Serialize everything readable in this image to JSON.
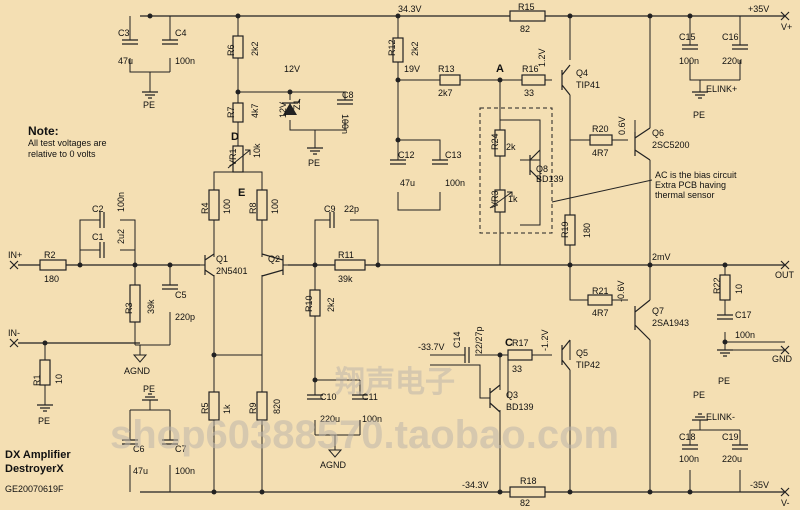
{
  "title": {
    "line1": "DX Amplifier",
    "line2": "DestroyerX",
    "code": "GE20070619F"
  },
  "note": {
    "heading": "Note:",
    "line1": "All test voltages are",
    "line2": "relative to 0 volts"
  },
  "bias_note": {
    "line1": "AC is the bias circuit",
    "line2": "Extra PCB having",
    "line3": "thermal sensor"
  },
  "watermark": {
    "cn": "翔声电子",
    "url": "shop60388570.taobao.com"
  },
  "rails": {
    "vplus": "+35V",
    "vplus_tag": "V+",
    "vminus": "-35V",
    "vminus_tag": "V-"
  },
  "ports": {
    "in_plus": "IN+",
    "in_minus": "IN-",
    "out": "OUT",
    "gnd": "GND",
    "agnd": "AGND",
    "pe": "PE",
    "elink_plus": "ELINK+",
    "elink_minus": "ELINK-"
  },
  "nodes": {
    "A": "A",
    "C": "C",
    "D": "D",
    "E": "E"
  },
  "voltages": {
    "v343": "34.3V",
    "v12": "12V",
    "v19": "19V",
    "v12b": "1.2V",
    "v06": "0.6V",
    "v2mv": "2mV",
    "vm06": "-0.6V",
    "vm337": "-33.7V",
    "vm12": "-1.2V",
    "vm343": "-34.3V"
  },
  "parts": [
    {
      "ref": "C3",
      "val": "47u"
    },
    {
      "ref": "C4",
      "val": "100n"
    },
    {
      "ref": "R6",
      "val": "2k2"
    },
    {
      "ref": "R7",
      "val": "4k7"
    },
    {
      "ref": "Z1",
      "val": "12V"
    },
    {
      "ref": "C8",
      "val": "100n"
    },
    {
      "ref": "VR1",
      "val": "10k"
    },
    {
      "ref": "R4",
      "val": "100"
    },
    {
      "ref": "R8",
      "val": "100"
    },
    {
      "ref": "R12",
      "val": "2k2"
    },
    {
      "ref": "R13",
      "val": "2k7"
    },
    {
      "ref": "R15",
      "val": "82"
    },
    {
      "ref": "R16",
      "val": "33"
    },
    {
      "ref": "Q4",
      "val": "TIP41"
    },
    {
      "ref": "C15",
      "val": "100n"
    },
    {
      "ref": "C16",
      "val": "220u"
    },
    {
      "ref": "C12",
      "val": "47u"
    },
    {
      "ref": "C13",
      "val": "100n"
    },
    {
      "ref": "R24",
      "val": "2k"
    },
    {
      "ref": "Q8",
      "val": "BD139"
    },
    {
      "ref": "VR3",
      "val": "1k"
    },
    {
      "ref": "R20",
      "val": "4R7"
    },
    {
      "ref": "Q6",
      "val": "2SC5200"
    },
    {
      "ref": "C2",
      "val": "100n"
    },
    {
      "ref": "C1",
      "val": "2u2"
    },
    {
      "ref": "R2",
      "val": "180"
    },
    {
      "ref": "Q1",
      "val": "2N5401"
    },
    {
      "ref": "Q2",
      "val": ""
    },
    {
      "ref": "C9",
      "val": "22p"
    },
    {
      "ref": "R11",
      "val": "39k"
    },
    {
      "ref": "R19",
      "val": "180"
    },
    {
      "ref": "R22",
      "val": "10"
    },
    {
      "ref": "C17",
      "val": "100n"
    },
    {
      "ref": "R3",
      "val": "39k"
    },
    {
      "ref": "C5",
      "val": "220p"
    },
    {
      "ref": "R10",
      "val": "2k2"
    },
    {
      "ref": "R21",
      "val": "4R7"
    },
    {
      "ref": "Q7",
      "val": "2SA1943"
    },
    {
      "ref": "R1",
      "val": "10"
    },
    {
      "ref": "C14",
      "val": "22/27p"
    },
    {
      "ref": "R17",
      "val": "33"
    },
    {
      "ref": "Q5",
      "val": "TIP42"
    },
    {
      "ref": "C10",
      "val": "220u"
    },
    {
      "ref": "C11",
      "val": "100n"
    },
    {
      "ref": "Q3",
      "val": "BD139"
    },
    {
      "ref": "R5",
      "val": "1k"
    },
    {
      "ref": "R9",
      "val": "820"
    },
    {
      "ref": "C6",
      "val": "47u"
    },
    {
      "ref": "C7",
      "val": "100n"
    },
    {
      "ref": "R18",
      "val": "82"
    },
    {
      "ref": "C18",
      "val": "100n"
    },
    {
      "ref": "C19",
      "val": "220u"
    }
  ]
}
